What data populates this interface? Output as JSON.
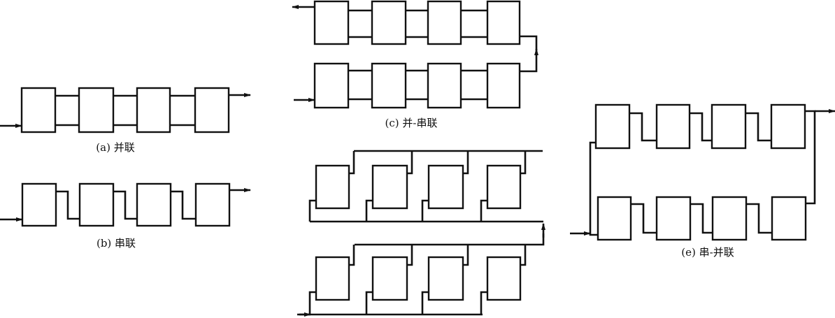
{
  "figures": {
    "a": {
      "label": "(a) 并联"
    },
    "b": {
      "label": "(b) 串联"
    },
    "c": {
      "label": "(c) 并-串联"
    },
    "e": {
      "label": "(e) 串-并联"
    }
  },
  "colors": {
    "line": "#111111",
    "background": "#ffffff"
  }
}
